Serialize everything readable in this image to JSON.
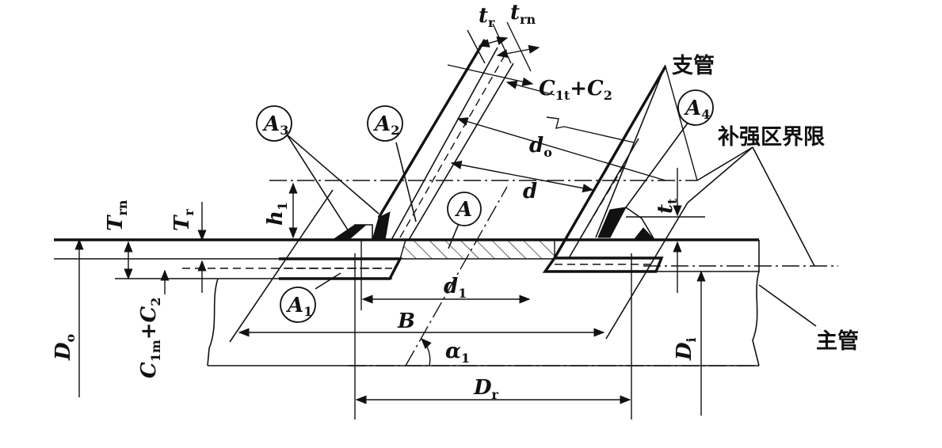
{
  "labels": {
    "t_r": {
      "main": "t",
      "sub": "r"
    },
    "t_rn": {
      "main": "t",
      "sub": "rn"
    },
    "c1t_c2": {
      "main1": "C",
      "sub1": "1t",
      "plus": "+",
      "main2": "C",
      "sub2": "2"
    },
    "d_o": {
      "main": "d",
      "sub": "o"
    },
    "d": {
      "main": "d"
    },
    "h_1": {
      "main": "h",
      "sub": "1"
    },
    "T_rn": {
      "main": "T",
      "sub": "rn"
    },
    "T_r": {
      "main": "T",
      "sub": "r"
    },
    "t_t": {
      "main": "t",
      "sub": "t"
    },
    "d_1": {
      "main": "d",
      "sub": "1"
    },
    "B": {
      "main": "B"
    },
    "alpha_1": {
      "main": "α",
      "sub": "1"
    },
    "D_r": {
      "main": "D",
      "sub": "r"
    },
    "D_o": {
      "main": "D",
      "sub": "o"
    },
    "D_i": {
      "main": "D",
      "sub": "i"
    },
    "c1m_c2": {
      "main1": "C",
      "sub1": "1m",
      "plus": "+",
      "main2": "C",
      "sub2": "2"
    }
  },
  "areas": {
    "A": {
      "main": "A"
    },
    "A1": {
      "main": "A",
      "sub": "1"
    },
    "A2": {
      "main": "A",
      "sub": "2"
    },
    "A3": {
      "main": "A",
      "sub": "3"
    },
    "A4": {
      "main": "A",
      "sub": "4"
    }
  },
  "callouts": {
    "branch_pipe": "支管",
    "reinforcement_limit": "补强区界限",
    "main_pipe": "主管"
  }
}
